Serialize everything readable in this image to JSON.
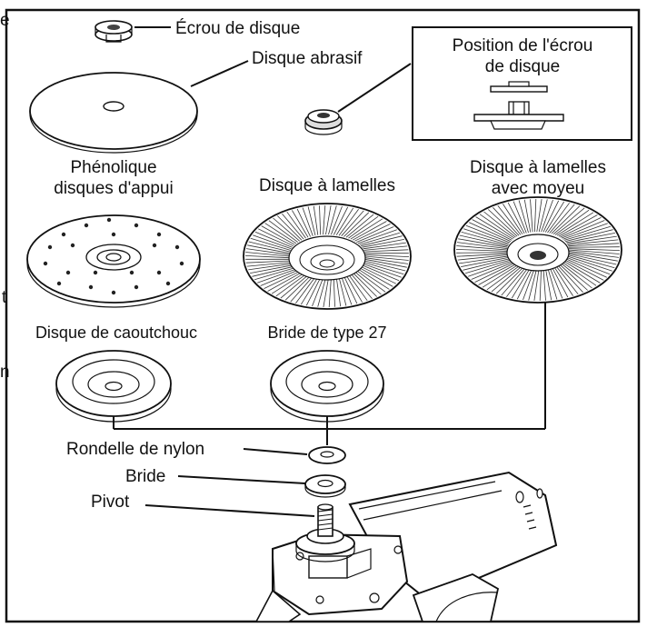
{
  "labels": {
    "ecrou_de_disque": "Écrou de disque",
    "disque_abrasif": "Disque abrasif",
    "position_ecrou_1": "Position de l'écrou",
    "position_ecrou_2": "de disque",
    "phenolique_1": "Phénolique",
    "phenolique_2": "disques d'appui",
    "disque_lamelles": "Disque à lamelles",
    "disque_lamelles_moyeu_1": "Disque à lamelles",
    "disque_lamelles_moyeu_2": "avec moyeu",
    "disque_caoutchouc": "Disque de caoutchouc",
    "bride_type_27": "Bride de type 27",
    "rondelle_nylon": "Rondelle de nylon",
    "bride": "Bride",
    "pivot": "Pivot"
  },
  "edge_fragments": {
    "top": "e",
    "middle": "t",
    "lower": "n"
  },
  "icons": [
    "disc-nut-icon",
    "abrasive-disc-icon",
    "backing-pad-icon",
    "flap-disc-icon",
    "rubber-pad-icon",
    "type27-flange-icon",
    "nylon-washer-icon",
    "flange-icon",
    "spindle-icon",
    "grinder-icon"
  ]
}
